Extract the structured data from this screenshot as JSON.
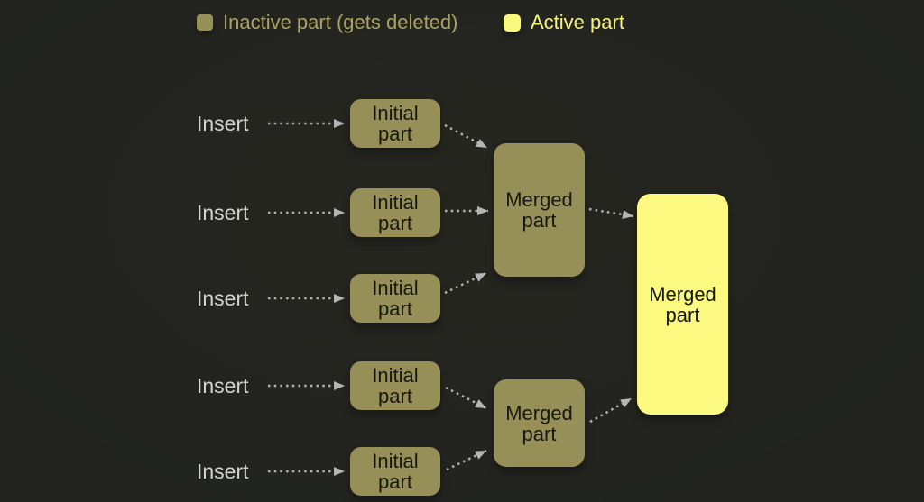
{
  "colors": {
    "background": "#222320",
    "inactive_fill": "#968f58",
    "active_fill": "#fbf980",
    "box_text": "#17180f",
    "insert_text": "#d3d3d3",
    "arrow": "#b2b2b2",
    "legend_inactive_text": "#a9a364",
    "legend_active_text": "#f5f27c"
  },
  "legend": {
    "inactive_label": "Inactive part (gets deleted)",
    "active_label": "Active part"
  },
  "inserts": [
    "Insert",
    "Insert",
    "Insert",
    "Insert",
    "Insert"
  ],
  "initial_parts": [
    "Initial part",
    "Initial part",
    "Initial part",
    "Initial part",
    "Initial part"
  ],
  "merged_parts": [
    "Merged part",
    "Merged part"
  ],
  "final_part": "Merged part"
}
